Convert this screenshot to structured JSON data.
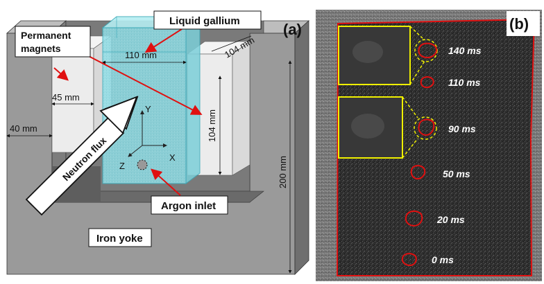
{
  "panel_a": {
    "tag": "(a)",
    "labels": {
      "liquid_gallium": "Liquid gallium",
      "permanent_magnets_1": "Permanent",
      "permanent_magnets_2": "magnets",
      "neutron_flux": "Neutron flux",
      "argon_inlet": "Argon inlet",
      "iron_yoke": "Iron yoke"
    },
    "dimensions": {
      "width_110": "110 mm",
      "depth_104": "104 mm",
      "height_104": "104 mm",
      "magnet_45": "45 mm",
      "yoke_40": "40 mm",
      "yoke_200": "200 mm"
    },
    "axes": {
      "x": "X",
      "y": "Y",
      "z": "Z"
    }
  },
  "panel_b": {
    "tag": "(b)",
    "times": [
      "140 ms",
      "110 ms",
      "90 ms",
      "50 ms",
      "20 ms",
      "0 ms"
    ]
  },
  "colors": {
    "bubble_outline": "#e01010",
    "inset_frame": "#f0f000",
    "gallium_fill": "#8fe0e8",
    "yoke_gray": "#8c8c8c",
    "magnet_white": "#ececec"
  }
}
